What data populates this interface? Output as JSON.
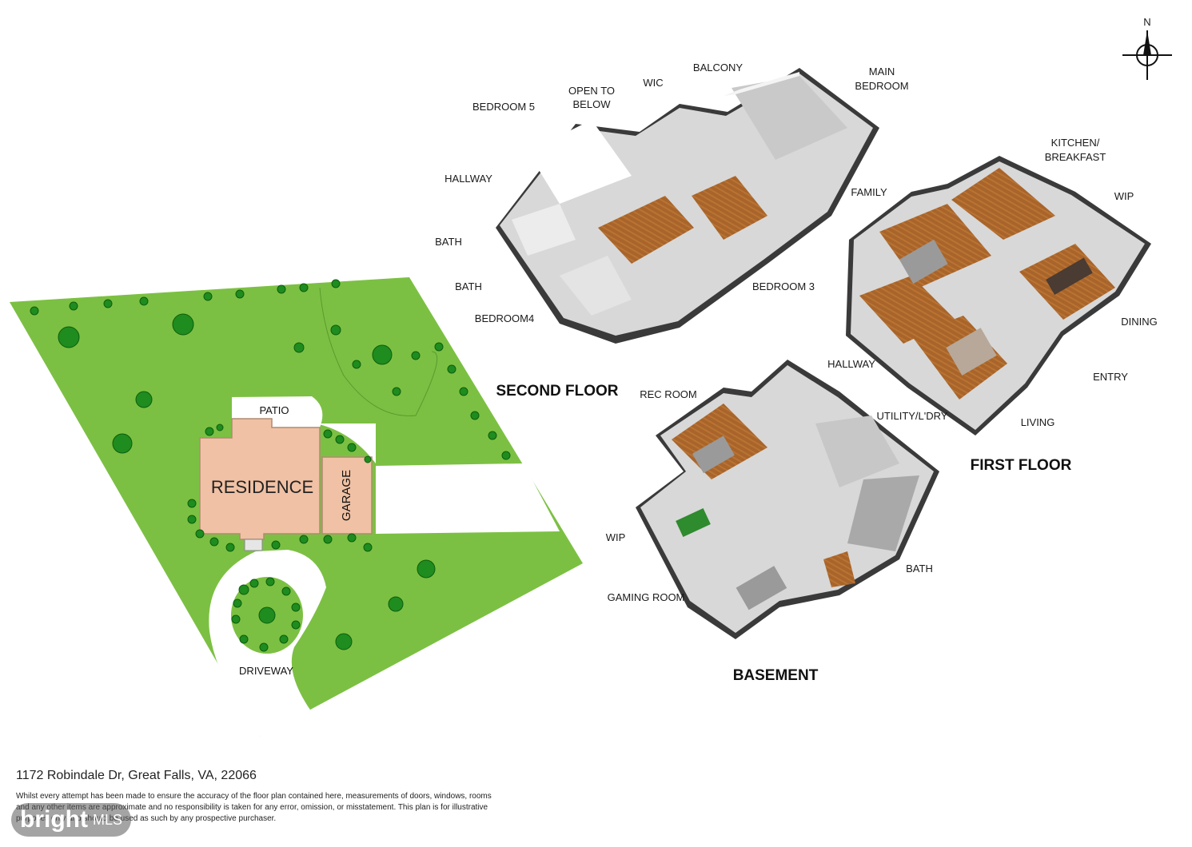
{
  "compass": {
    "north_label": "N"
  },
  "site_plan": {
    "residence_label": "RESIDENCE",
    "garage_label": "GARAGE",
    "patio_label": "PATIO",
    "driveway_label": "DRIVEWAY",
    "colors": {
      "lawn": "#7cc043",
      "building": "#f0c1a4",
      "shrub": "#2e8b2e"
    }
  },
  "floors": {
    "second_floor": {
      "title": "SECOND FLOOR",
      "rooms": [
        "BEDROOM 5",
        "OPEN TO",
        "BELOW",
        "WIC",
        "BALCONY",
        "MAIN",
        "BEDROOM",
        "HALLWAY",
        "BATH",
        "BATH",
        "BEDROOM4",
        "BEDROOM 3"
      ]
    },
    "first_floor": {
      "title": "FIRST FLOOR",
      "rooms": [
        "KITCHEN/",
        "BREAKFAST",
        "FAMILY",
        "WIP",
        "DINING",
        "HALLWAY",
        "ENTRY",
        "UTILITY/L'DRY",
        "LIVING"
      ]
    },
    "basement": {
      "title": "BASEMENT",
      "rooms": [
        "REC ROOM",
        "WIP",
        "GAMING ROOM",
        "BATH"
      ]
    }
  },
  "footer": {
    "address": "1172 Robindale Dr, Great Falls, VA, 22066",
    "disclaimer": "Whilst every attempt has been made to ensure the accuracy of the floor plan contained here, measurements of doors, windows, rooms and any other items are approximate and no responsibility is taken for any error, omission, or misstatement. This plan is for illustrative purposes only and should be used as such by any prospective purchaser."
  },
  "watermark": {
    "brand": "bright",
    "suffix": "MLS"
  }
}
